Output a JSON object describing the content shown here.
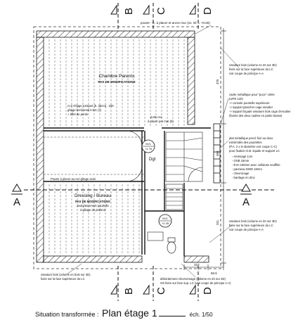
{
  "sections": {
    "top": [
      "B",
      "C",
      "D"
    ],
    "bottom": [
      "B",
      "C",
      "D"
    ],
    "left": "A",
    "right": "A"
  },
  "notes": {
    "top_gutter": "poutre - C. à placer et ancre mur (ev. inf. = +0.65)",
    "gutter_b1": "ossature bois (volume en Zn sur 3D)",
    "gutter_b2": "fixée sur la face supérieure du LC",
    "gutter_b3": "voir coupe de principe A-A",
    "beam_1": "cadre métallique pour \"puce\" vitrée",
    "beam_2": "(UPN 120)",
    "beam_3": "-> console poutrelle supérieure",
    "beam_4": "-> support plancher cage escalier",
    "beam_5": "-> support façade ossature bois cage d'escalier",
    "beam_6": "(fixées des deux cadres en partie basse)",
    "fl_1": "plat métallique percé fixé au deux",
    "fl_2": "extrémités des poutrelles",
    "fl_3": "(P.A. 2 x le diamètre voir coupe C-C)",
    "fl_4": "pour fixation O.B. liquide et support LC",
    "fl_5": "- Aménagé 1cm",
    "fl_6": "- OSB 15mm",
    "fl_7": "- EVA 160mm avec cellulose soufflée",
    "fl_8": "- panneau DWD 18mm",
    "fl_9": "- chevronage",
    "fl_10": "- bardage en Zinc",
    "right_b1": "ossature bois (volume en Zn sur 3D)",
    "right_b2": "fixée sur la face supérieure du LC",
    "right_b3": "voir coupe de principe A-A",
    "bottom_l1": "ossature bois (volume en bois sur 3D)",
    "bottom_l2": "fixée sur la face supérieure du LC",
    "bottom_r1": "débordement chevronnage (volume en Zn sur 3D)",
    "bottom_r2": "OS fixée sur face sup. LC (voir coupe de principe A-A)"
  },
  "rooms": {
    "parents_name": "Chambre Parents",
    "parents_sub": "PAS DE MODIFICATIONS",
    "parents_note1": "H.S Gîtage existant (b. 30cm) : 200",
    "parents_note2": "gîtage horizontal 0.5% (?)",
    "parents_note3": "+ éffet de pente",
    "dressing_name": "Dressing / Bureau",
    "dressing_sub1": "PAS DE MODIFICATIONS",
    "dressing_sub2": "sauf placement poutrelle",
    "dressing_sub3": "à gîtage de plafond",
    "beam_label": "Poutre à placer au rez-gîtage acier",
    "cvx_1": "puits cvx.",
    "cvx_2": "à placer par mur (b)"
  },
  "labels": {
    "dgt": "Dgt",
    "lvl1": "NV1",
    "lvl1_val": "+1.76",
    "lvl2": "NV1",
    "lvl2_val": "+2.45",
    "dim_right_top": "375",
    "dim_right_mid": "350",
    "dim_right_bot": "311",
    "dim_bottom_1": "310",
    "dim_bottom_2": "66.5"
  },
  "title": {
    "prefix": "Situation transformée :",
    "main": "Plan étage 1",
    "scale": "éch. 1/50"
  }
}
